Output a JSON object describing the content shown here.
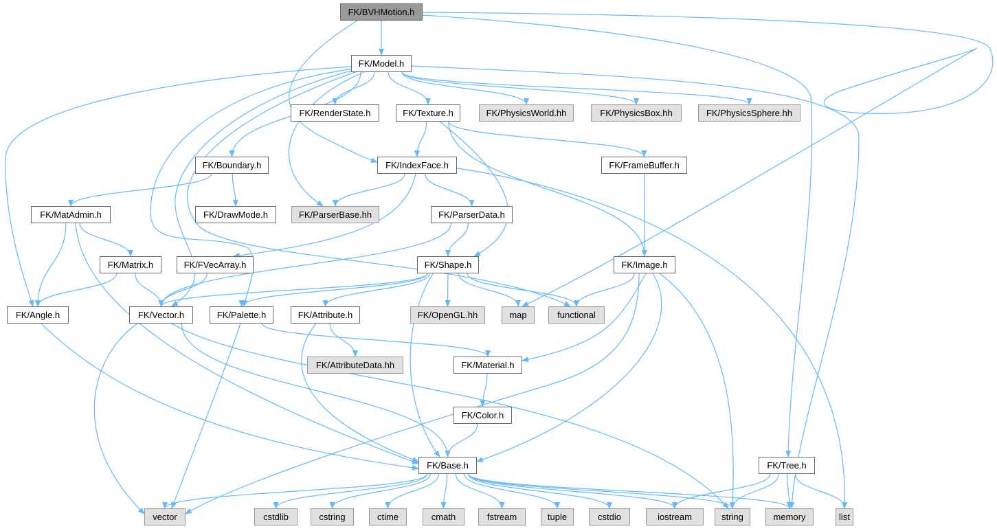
{
  "colors": {
    "edge": "#63b8ff",
    "root_fill": "#999999",
    "external_fill": "#e0e0e0",
    "node_fill": "#ffffff"
  },
  "nodes": {
    "bvh": {
      "label": "FK/BVHMotion.h",
      "kind": "root"
    },
    "model": {
      "label": "FK/Model.h",
      "kind": "normal"
    },
    "renderstate": {
      "label": "FK/RenderState.h",
      "kind": "normal"
    },
    "texture": {
      "label": "FK/Texture.h",
      "kind": "normal"
    },
    "physworld": {
      "label": "FK/PhysicsWorld.hh",
      "kind": "ext"
    },
    "physbox": {
      "label": "FK/PhysicsBox.hh",
      "kind": "ext"
    },
    "physsphere": {
      "label": "FK/PhysicsSphere.hh",
      "kind": "ext"
    },
    "boundary": {
      "label": "FK/Boundary.h",
      "kind": "normal"
    },
    "indexface": {
      "label": "FK/IndexFace.h",
      "kind": "normal"
    },
    "framebuffer": {
      "label": "FK/FrameBuffer.h",
      "kind": "normal"
    },
    "matadmin": {
      "label": "FK/MatAdmin.h",
      "kind": "normal"
    },
    "drawmode": {
      "label": "FK/DrawMode.h",
      "kind": "normal"
    },
    "parserbase": {
      "label": "FK/ParserBase.hh",
      "kind": "ext"
    },
    "parserdata": {
      "label": "FK/ParserData.h",
      "kind": "normal"
    },
    "matrix": {
      "label": "FK/Matrix.h",
      "kind": "normal"
    },
    "fvecarray": {
      "label": "FK/FVecArray.h",
      "kind": "normal"
    },
    "shape": {
      "label": "FK/Shape.h",
      "kind": "normal"
    },
    "image": {
      "label": "FK/Image.h",
      "kind": "normal"
    },
    "angle": {
      "label": "FK/Angle.h",
      "kind": "normal"
    },
    "vectorh": {
      "label": "FK/Vector.h",
      "kind": "normal"
    },
    "palette": {
      "label": "FK/Palette.h",
      "kind": "normal"
    },
    "attribute": {
      "label": "FK/Attribute.h",
      "kind": "normal"
    },
    "opengl": {
      "label": "FK/OpenGL.hh",
      "kind": "ext"
    },
    "map": {
      "label": "map",
      "kind": "ext"
    },
    "functional": {
      "label": "functional",
      "kind": "ext"
    },
    "attributedata": {
      "label": "FK/AttributeData.hh",
      "kind": "ext"
    },
    "material": {
      "label": "FK/Material.h",
      "kind": "normal"
    },
    "color": {
      "label": "FK/Color.h",
      "kind": "normal"
    },
    "base": {
      "label": "FK/Base.h",
      "kind": "normal"
    },
    "tree": {
      "label": "FK/Tree.h",
      "kind": "normal"
    },
    "vector": {
      "label": "vector",
      "kind": "ext"
    },
    "cstdlib": {
      "label": "cstdlib",
      "kind": "ext"
    },
    "cstring": {
      "label": "cstring",
      "kind": "ext"
    },
    "ctime": {
      "label": "ctime",
      "kind": "ext"
    },
    "cmath": {
      "label": "cmath",
      "kind": "ext"
    },
    "fstream": {
      "label": "fstream",
      "kind": "ext"
    },
    "tuple": {
      "label": "tuple",
      "kind": "ext"
    },
    "cstdio": {
      "label": "cstdio",
      "kind": "ext"
    },
    "iostream": {
      "label": "iostream",
      "kind": "ext"
    },
    "string": {
      "label": "string",
      "kind": "ext"
    },
    "memory": {
      "label": "memory",
      "kind": "ext"
    },
    "list": {
      "label": "list",
      "kind": "ext"
    }
  },
  "edges": [
    [
      "bvh",
      "model"
    ],
    [
      "bvh",
      "indexface"
    ],
    [
      "bvh",
      "tree"
    ],
    [
      "bvh",
      "map"
    ],
    [
      "model",
      "renderstate"
    ],
    [
      "model",
      "texture"
    ],
    [
      "model",
      "physworld"
    ],
    [
      "model",
      "physbox"
    ],
    [
      "model",
      "physsphere"
    ],
    [
      "model",
      "boundary"
    ],
    [
      "model",
      "parserbase"
    ],
    [
      "model",
      "angle"
    ],
    [
      "model",
      "palette"
    ],
    [
      "model",
      "vectorh"
    ],
    [
      "model",
      "functional"
    ],
    [
      "model",
      "memory"
    ],
    [
      "texture",
      "indexface"
    ],
    [
      "texture",
      "framebuffer"
    ],
    [
      "texture",
      "shape"
    ],
    [
      "texture",
      "image"
    ],
    [
      "boundary",
      "matadmin"
    ],
    [
      "boundary",
      "drawmode"
    ],
    [
      "indexface",
      "parserbase"
    ],
    [
      "indexface",
      "parserdata"
    ],
    [
      "indexface",
      "fvecarray"
    ],
    [
      "indexface",
      "list"
    ],
    [
      "framebuffer",
      "image"
    ],
    [
      "matadmin",
      "matrix"
    ],
    [
      "matadmin",
      "angle"
    ],
    [
      "matadmin",
      "base"
    ],
    [
      "parserdata",
      "shape"
    ],
    [
      "parserdata",
      "vectorh"
    ],
    [
      "matrix",
      "angle"
    ],
    [
      "matrix",
      "vectorh"
    ],
    [
      "fvecarray",
      "vectorh"
    ],
    [
      "shape",
      "vectorh"
    ],
    [
      "shape",
      "palette"
    ],
    [
      "shape",
      "attribute"
    ],
    [
      "shape",
      "opengl"
    ],
    [
      "shape",
      "map"
    ],
    [
      "shape",
      "functional"
    ],
    [
      "shape",
      "base"
    ],
    [
      "image",
      "functional"
    ],
    [
      "image",
      "material"
    ],
    [
      "image",
      "vector"
    ],
    [
      "image",
      "base"
    ],
    [
      "image",
      "string"
    ],
    [
      "angle",
      "base"
    ],
    [
      "vectorh",
      "vector"
    ],
    [
      "vectorh",
      "base"
    ],
    [
      "vectorh",
      "string"
    ],
    [
      "palette",
      "vector"
    ],
    [
      "palette",
      "material"
    ],
    [
      "attribute",
      "attributedata"
    ],
    [
      "attribute",
      "base"
    ],
    [
      "material",
      "color"
    ],
    [
      "color",
      "base"
    ],
    [
      "base",
      "vector"
    ],
    [
      "base",
      "cstdlib"
    ],
    [
      "base",
      "cstring"
    ],
    [
      "base",
      "ctime"
    ],
    [
      "base",
      "cmath"
    ],
    [
      "base",
      "fstream"
    ],
    [
      "base",
      "tuple"
    ],
    [
      "base",
      "cstdio"
    ],
    [
      "base",
      "iostream"
    ],
    [
      "base",
      "string"
    ],
    [
      "base",
      "memory"
    ],
    [
      "tree",
      "iostream"
    ],
    [
      "tree",
      "string"
    ],
    [
      "tree",
      "memory"
    ],
    [
      "tree",
      "list"
    ]
  ]
}
